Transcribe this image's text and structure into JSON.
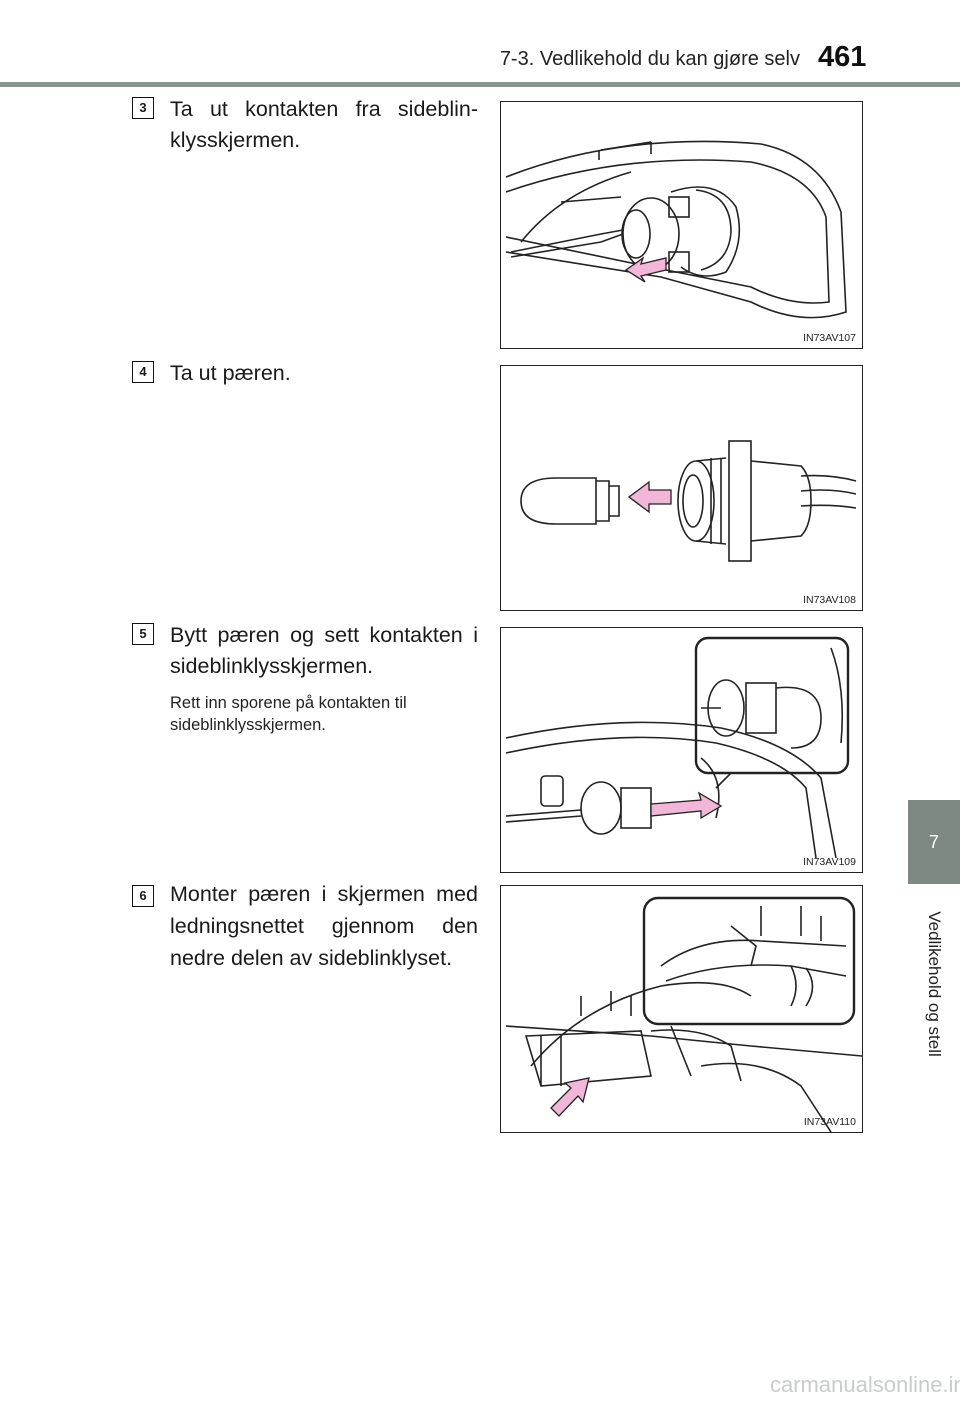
{
  "header": {
    "title": "7-3. Vedlikehold du kan gjøre selv",
    "page_number": "461"
  },
  "side_tab": {
    "chapter_number": "7",
    "chapter_title": "Vedlikehold og stell"
  },
  "steps": [
    {
      "number": "3",
      "text": "Ta ut kontakten fra sideblin-klysskjermen.",
      "figure_code": "IN73AV107"
    },
    {
      "number": "4",
      "text": "Ta ut pæren.",
      "figure_code": "IN73AV108"
    },
    {
      "number": "5",
      "text": "Bytt pæren og sett kontakten i sideblinklysskjermen.",
      "note": "Rett inn sporene på kontakten til sideblinklysskjermen.",
      "figure_code": "IN73AV109"
    },
    {
      "number": "6",
      "text": "Monter pæren i skjermen med ledningsnettet gjennom den nedre delen av sideblinklyset.",
      "figure_code": "IN73AV110"
    }
  ],
  "footer": {
    "watermark": "carmanualsonline.info"
  },
  "colors": {
    "accent_gray": "#7f8984",
    "arrow_pink": "#f2b6d8"
  }
}
